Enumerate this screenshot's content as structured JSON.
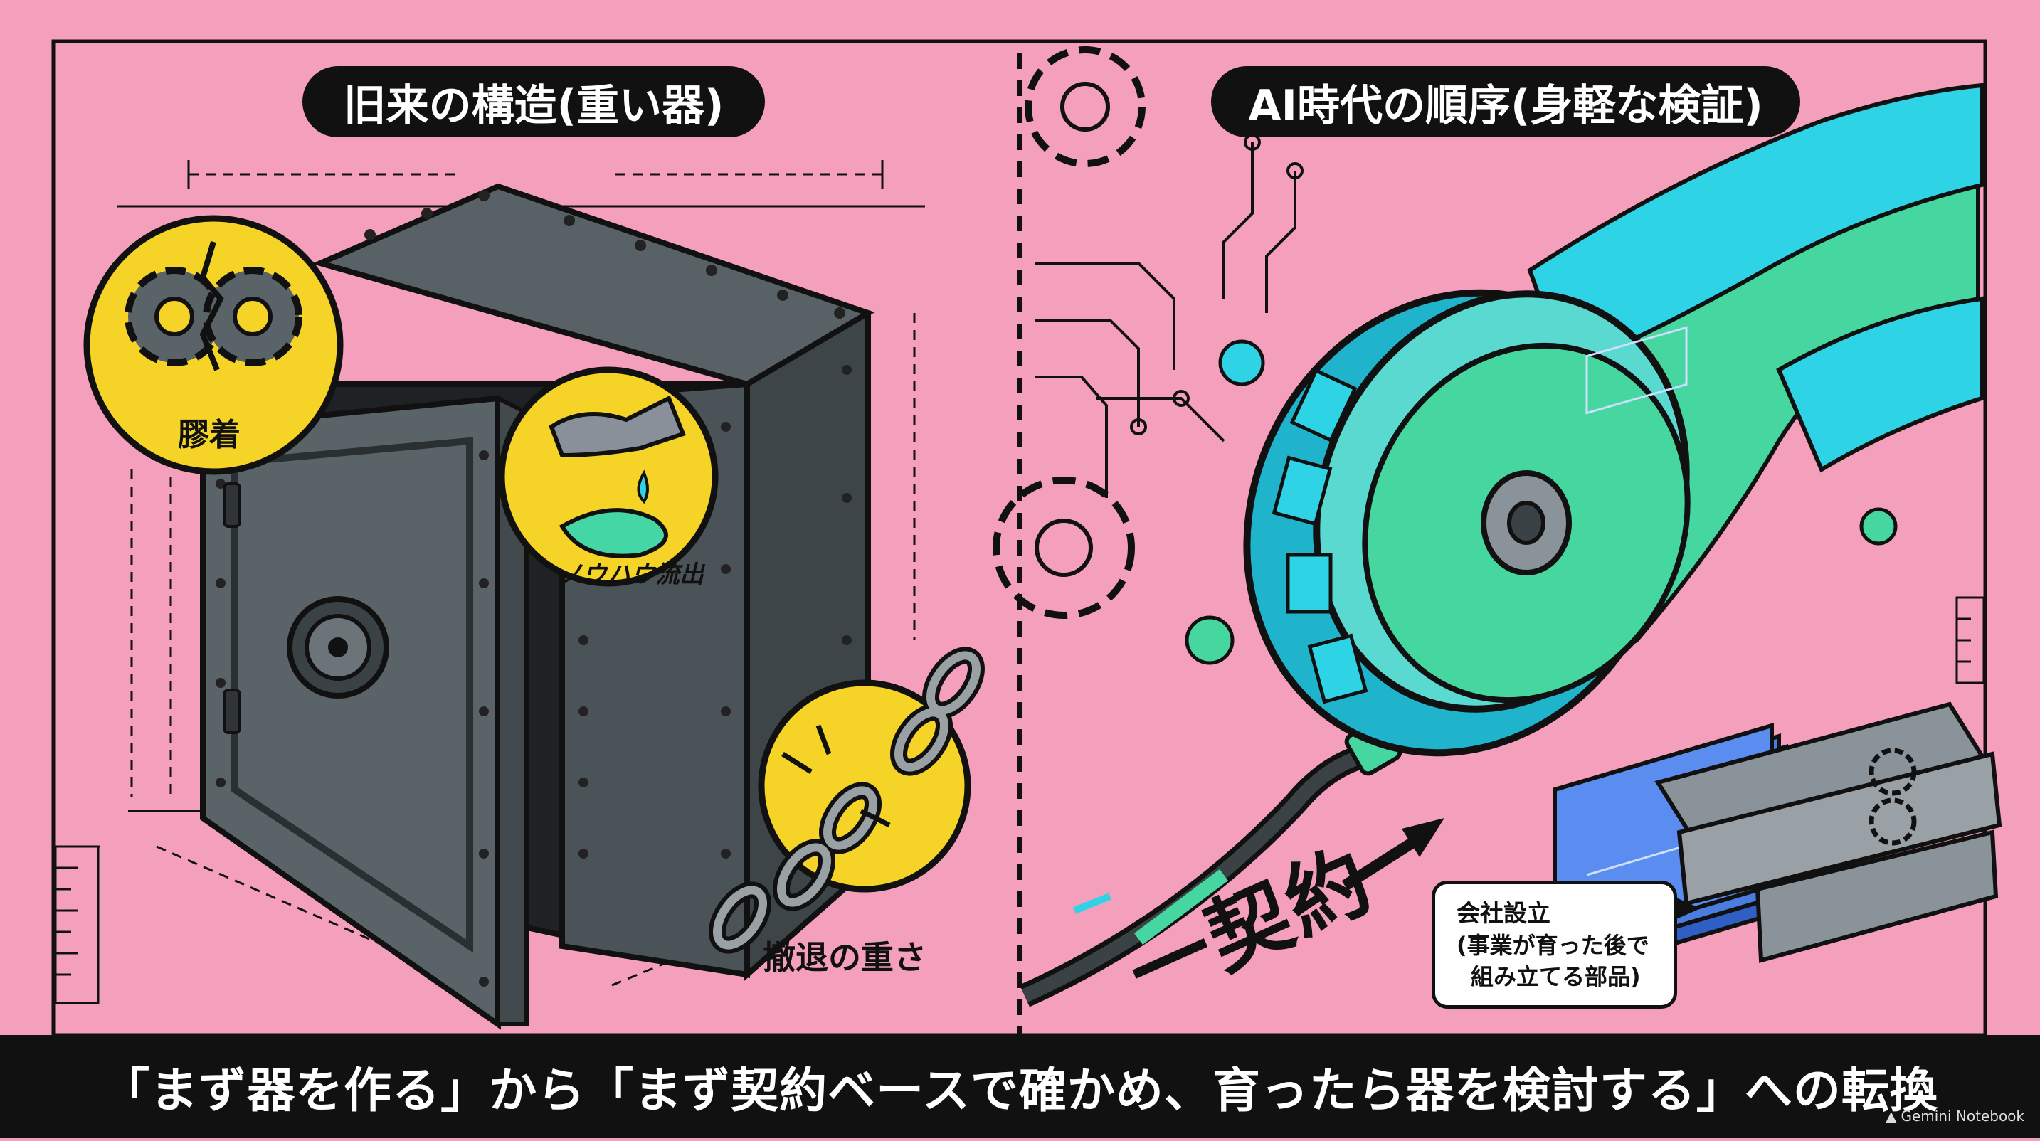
{
  "left_panel": {
    "title": "旧来の構造(重い器)",
    "glue_label": "膠着",
    "leak_label": "ノウハウ流出",
    "withdraw_label": "撤退の重さ"
  },
  "right_panel": {
    "title": "AI時代の順序(身軽な検証)",
    "contract_label": "一契約",
    "callout": {
      "line1": "会社設立",
      "line2": "(事業が育った後で",
      "line3": "組み立てる部品)"
    }
  },
  "caption": "「まず器を作る」から「まず契約ベースで確かめ、育ったら器を検討する」への転換",
  "watermark": "Gemini Notebook",
  "colors": {
    "background": "#f4a0bd",
    "badge_yellow": "#f5d327",
    "safe_gray": "#4f585d",
    "wheel_cyan": "#2ed4e6",
    "splash_green": "#46d6a0",
    "ink": "#111111"
  }
}
